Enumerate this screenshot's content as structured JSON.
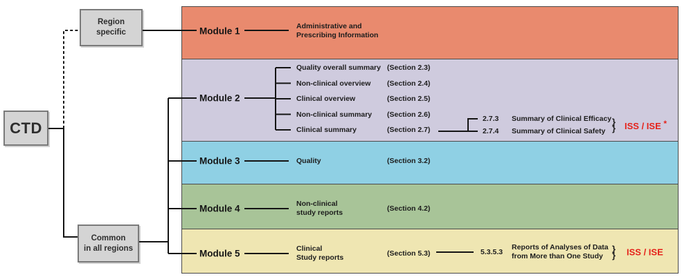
{
  "palette": {
    "module1_band": "#e98a6e",
    "module2_band": "#cfcbde",
    "module3_band": "#8fd0e4",
    "module4_band": "#a8c498",
    "module5_band": "#efe6b2",
    "node_fill": "#d4d4d4",
    "line_color": "#141414",
    "highlight_red": "#e5231b"
  },
  "root": {
    "label": "CTD"
  },
  "region_specific": {
    "lines": [
      "Region",
      "specific"
    ]
  },
  "common": {
    "lines": [
      "Common",
      "in all regions"
    ]
  },
  "module1": {
    "name": "Module 1",
    "desc_lines": [
      "Administrative and",
      "Prescribing Information"
    ]
  },
  "module2": {
    "name": "Module 2",
    "items": [
      {
        "title": "Quality overall summary",
        "section": "(Section 2.3)"
      },
      {
        "title": "Non-clinical overview",
        "section": "(Section 2.4)"
      },
      {
        "title": "Clinical overview",
        "section": "(Section 2.5)"
      },
      {
        "title": "Non-clinical summary",
        "section": "(Section 2.6)"
      },
      {
        "title": "Clinical summary",
        "section": "(Section 2.7)"
      }
    ],
    "detail": {
      "rows": [
        {
          "number": "2.7.3",
          "label": "Summary of Clinical Efficacy"
        },
        {
          "number": "2.7.4",
          "label": "Summary of Clinical Safety"
        }
      ],
      "brace": "}",
      "tag": "ISS / ISE",
      "asterisk": "*"
    }
  },
  "module3": {
    "name": "Module 3",
    "desc": "Quality",
    "section": "(Section 3.2)"
  },
  "module4": {
    "name": "Module 4",
    "desc_lines": [
      "Non-clinical",
      "study reports"
    ],
    "section": "(Section 4.2)"
  },
  "module5": {
    "name": "Module 5",
    "desc_lines": [
      "Clinical",
      "Study reports"
    ],
    "section": "(Section 5.3)",
    "detail": {
      "number": "5.3.5.3",
      "label_lines": [
        "Reports of Analyses of Data",
        "from More than One Study"
      ],
      "brace": "}",
      "tag": "ISS / ISE"
    }
  }
}
